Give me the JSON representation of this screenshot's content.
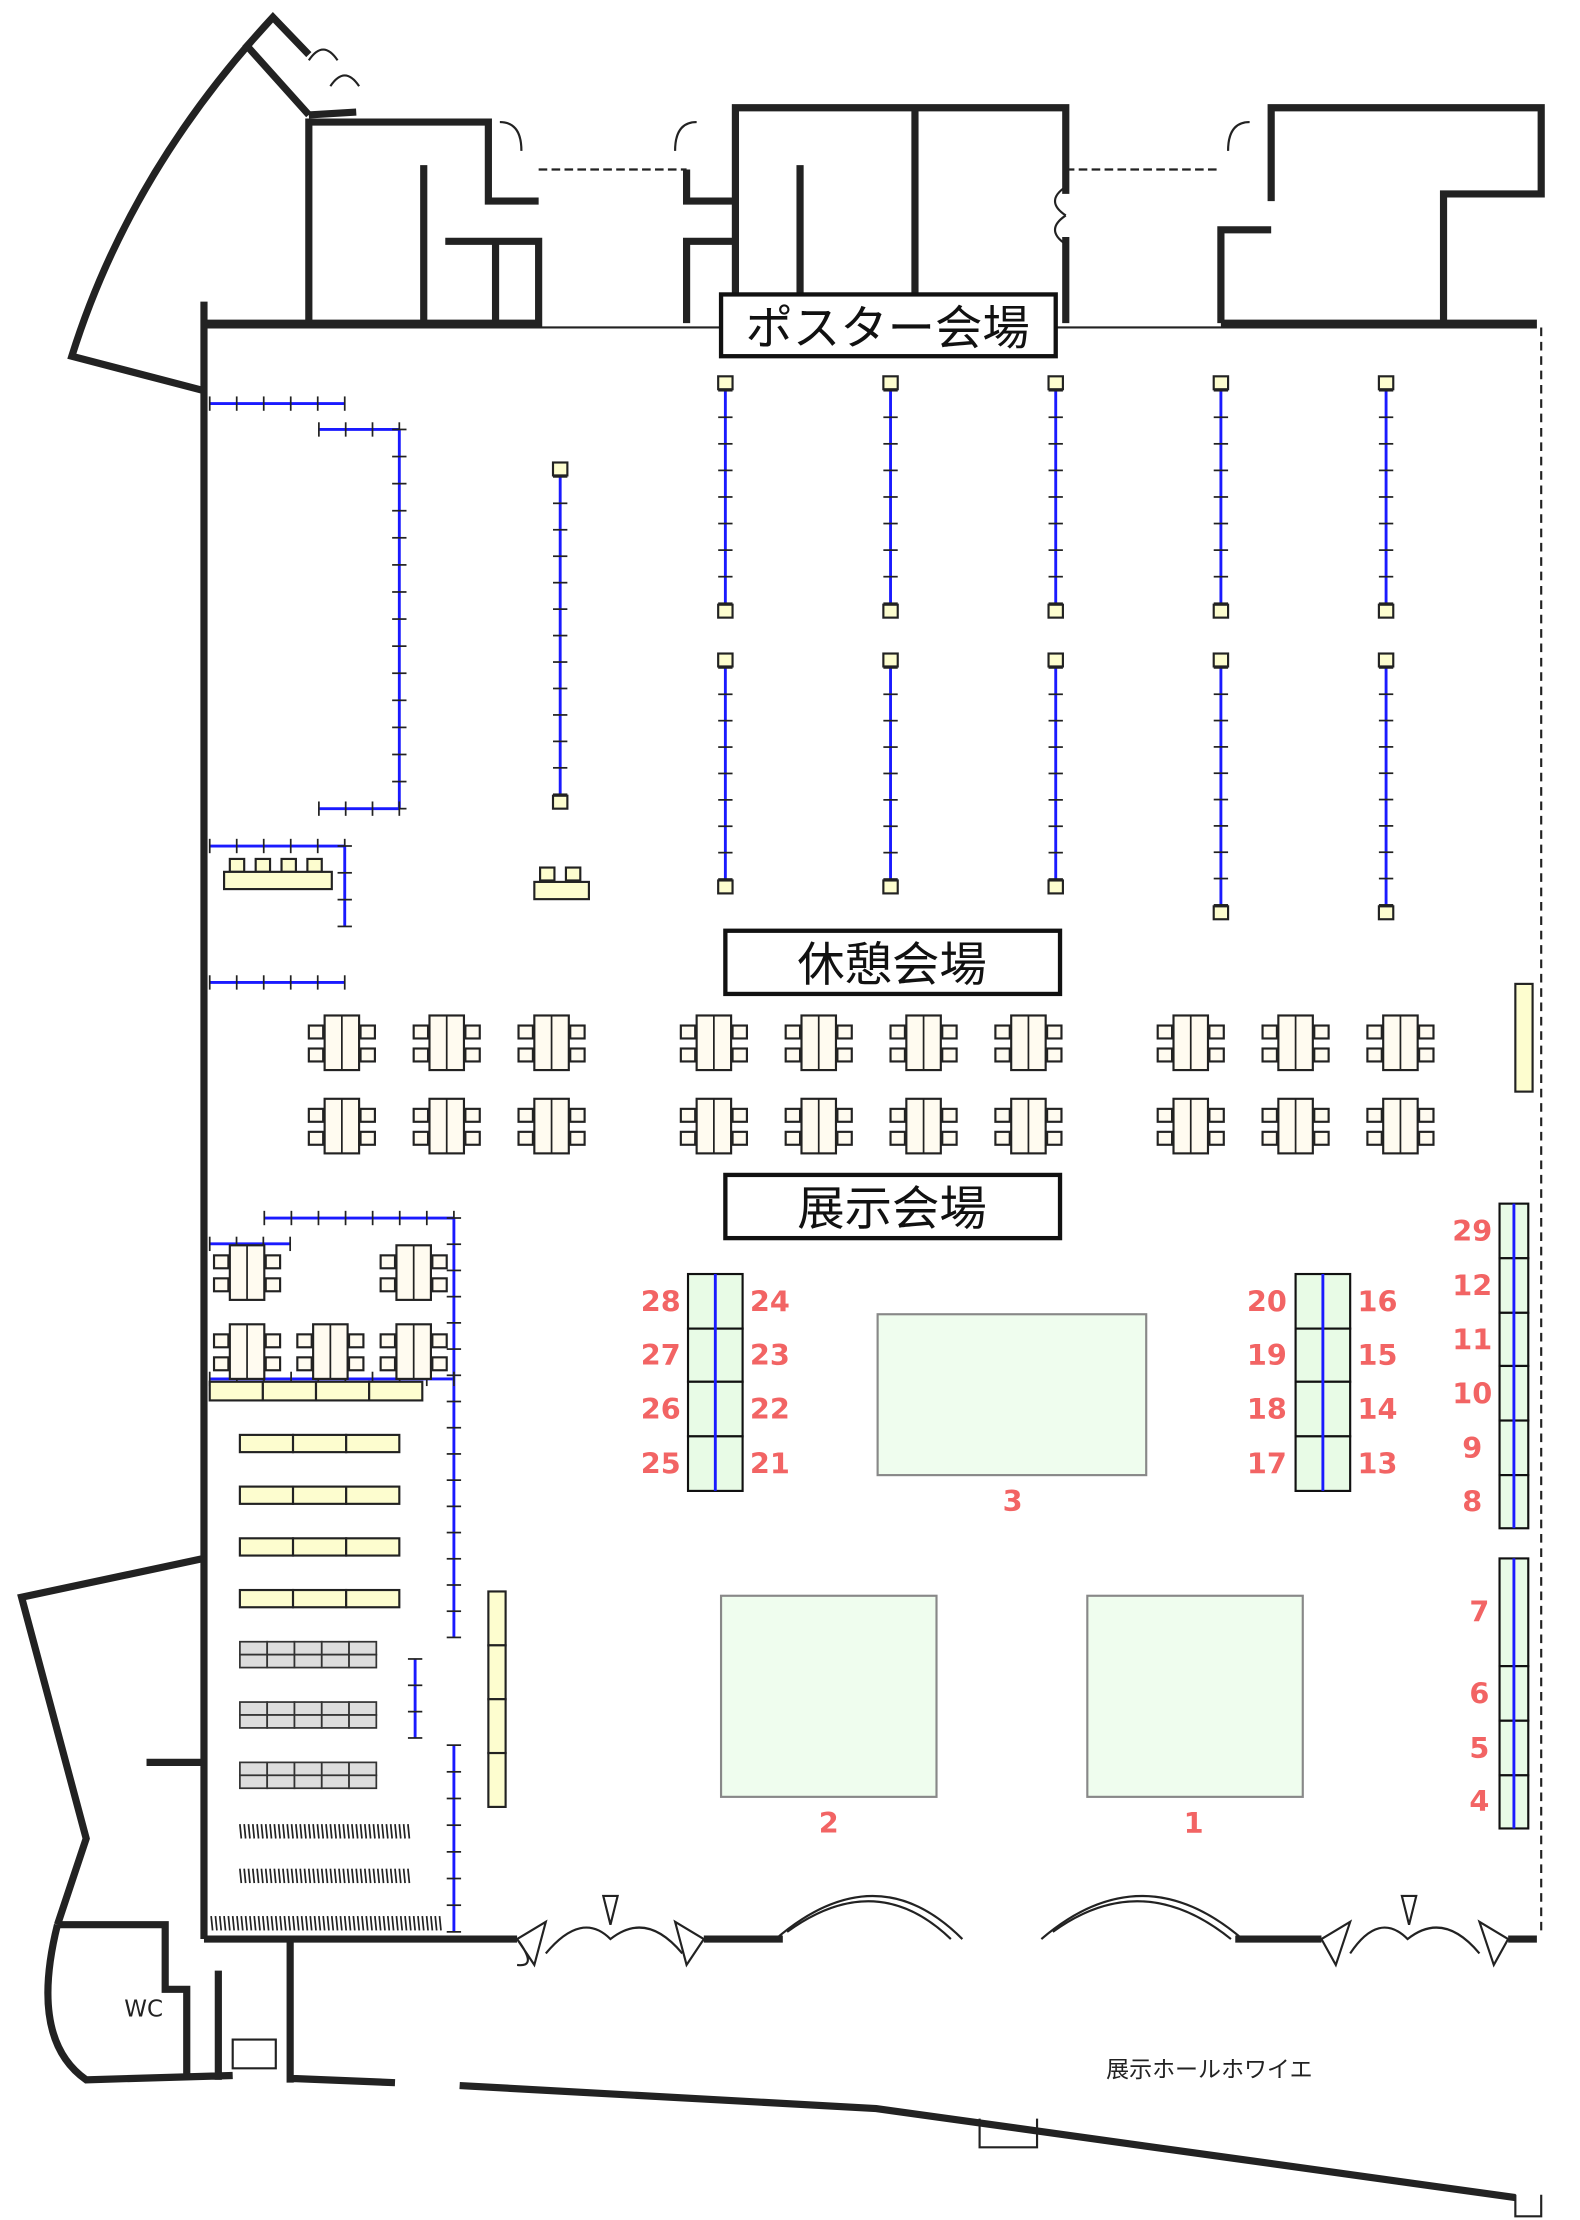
{
  "areas": {
    "poster": "ポスター会場",
    "rest": "休憩会場",
    "exhibit": "展示会場"
  },
  "rooms": {
    "wc": "WC",
    "foyer": "展示ホールホワイエ"
  },
  "booths": {
    "large": [
      "1",
      "2",
      "3"
    ],
    "col_a_left": [
      "28",
      "27",
      "26",
      "25"
    ],
    "col_a_right": [
      "24",
      "23",
      "22",
      "21"
    ],
    "col_b_left": [
      "20",
      "19",
      "18",
      "17"
    ],
    "col_b_right": [
      "16",
      "15",
      "14",
      "13"
    ],
    "wall_upper": [
      "29",
      "12",
      "11",
      "10",
      "9",
      "8"
    ],
    "wall_lower": [
      "7",
      "6",
      "5",
      "4"
    ]
  },
  "colors": {
    "booth_number": "#f26464",
    "partition": "#1a1aff",
    "booth_fill": "#e8fbe6",
    "table_fill": "#fdfdcf"
  }
}
